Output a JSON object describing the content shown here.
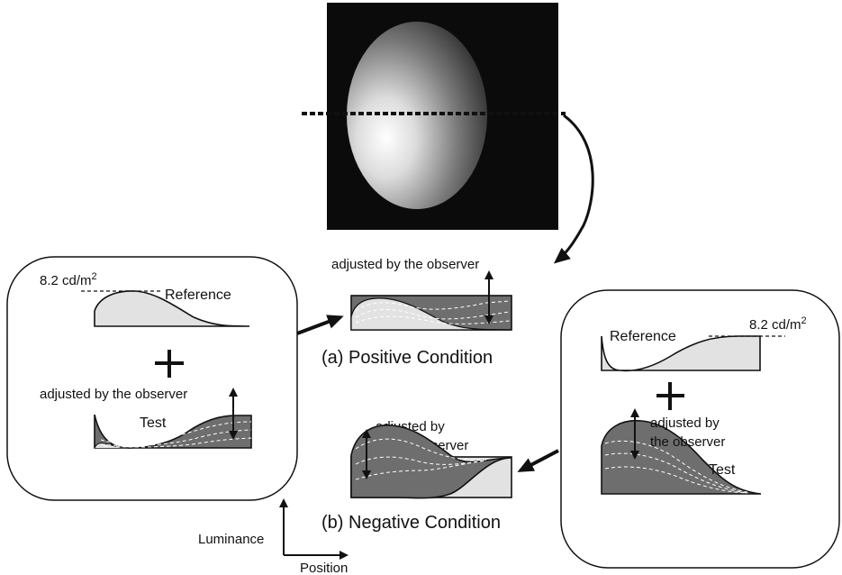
{
  "left_panel": {
    "reference_label": "Reference",
    "reference_level": "8.2 cd/m",
    "reference_level_exp": "2",
    "adjusted_label": "adjusted by the observer",
    "test_label": "Test"
  },
  "right_panel": {
    "reference_label": "Reference",
    "reference_level": "8.2 cd/m",
    "reference_level_exp": "2",
    "adjusted_line1": "adjusted by",
    "adjusted_line2": "the observer",
    "test_label": "Test"
  },
  "positive": {
    "adjusted_label": "adjusted by the observer",
    "caption": "(a) Positive Condition"
  },
  "negative": {
    "adjusted_line1": "adjusted by",
    "adjusted_line2": "the observer",
    "caption": "(b) Negative Condition"
  },
  "axes": {
    "y_label": "Luminance",
    "x_label": "Position"
  },
  "icons": [
    "sphere-stimulus-image",
    "cross-section-dashed-line",
    "curved-arrow",
    "plus-sign",
    "double-headed-arrow"
  ],
  "colors": {
    "light_fill": "#e2e2e2",
    "dark_fill": "#6e6e6e",
    "stroke": "#111111"
  }
}
